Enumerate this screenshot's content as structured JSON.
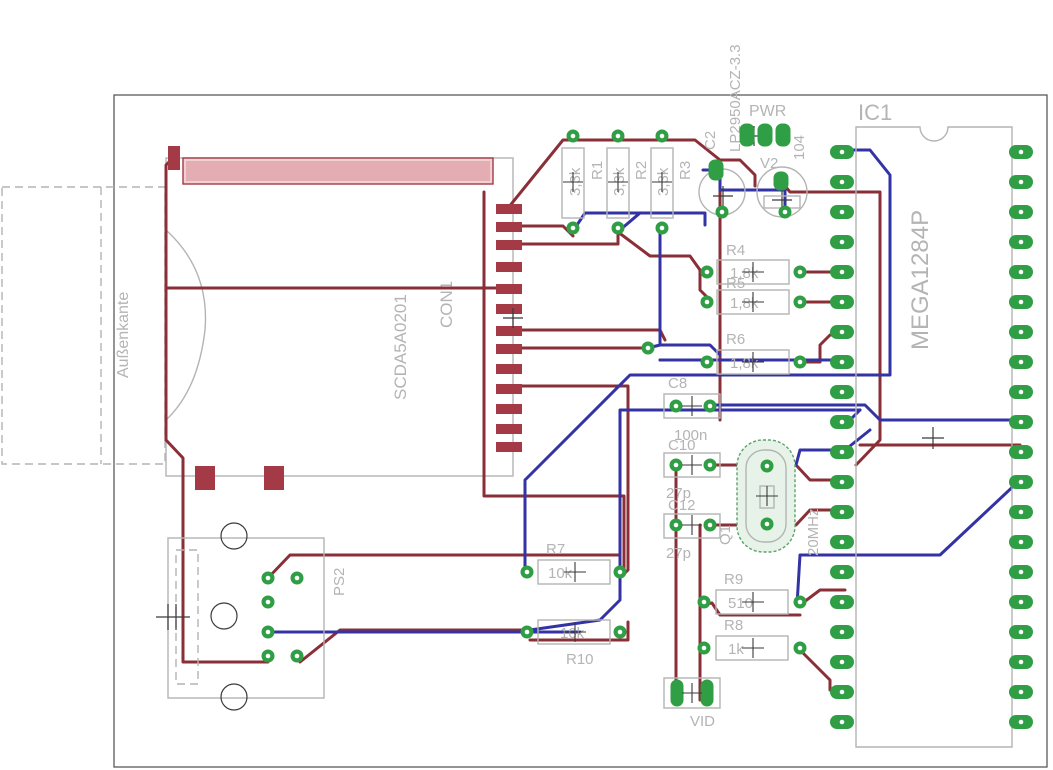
{
  "colors": {
    "outline": "#4d4d4d",
    "silk": "#b4b4b4",
    "top_trace": "#8a2f37",
    "bottom_trace": "#3333a6",
    "pad": "#2f9e44",
    "smd": "#a33a45",
    "background": "#ffffff"
  },
  "labels": {
    "outer_edge": "Außenkante",
    "connector_part": "SCDA5A0201",
    "connector_name": "CON1",
    "ic_name": "IC1",
    "ic_part": "MEGA1284P",
    "regulator_part": "LP2950ACZ-3.3",
    "pwr": "PWR",
    "c2": "C2",
    "v2": "V2",
    "cap104": "104",
    "r1": "R1",
    "r2": "R2",
    "r3": "R3",
    "r1_value": "3,3k",
    "r2_value": "3,3k",
    "r3_value": "3,3k",
    "r4": "R4",
    "r4_value": "1,8k",
    "r5": "R5",
    "r5_value": "1,8k",
    "r6": "R6",
    "r6_value": "1,8k",
    "c8": "C8",
    "c8_value": "100n",
    "c10": "C10",
    "c10_value": "27p",
    "c12": "C12",
    "c12_value": "27p",
    "q1": "Q1",
    "q1_value": "20MHz",
    "r7": "R7",
    "r7_value": "10k",
    "r10": "R10",
    "r10_value": "10k",
    "r9": "R9",
    "r9_value": "510",
    "r8": "R8",
    "r8_value": "1k",
    "ps2": "PS2",
    "vid": "VID"
  }
}
